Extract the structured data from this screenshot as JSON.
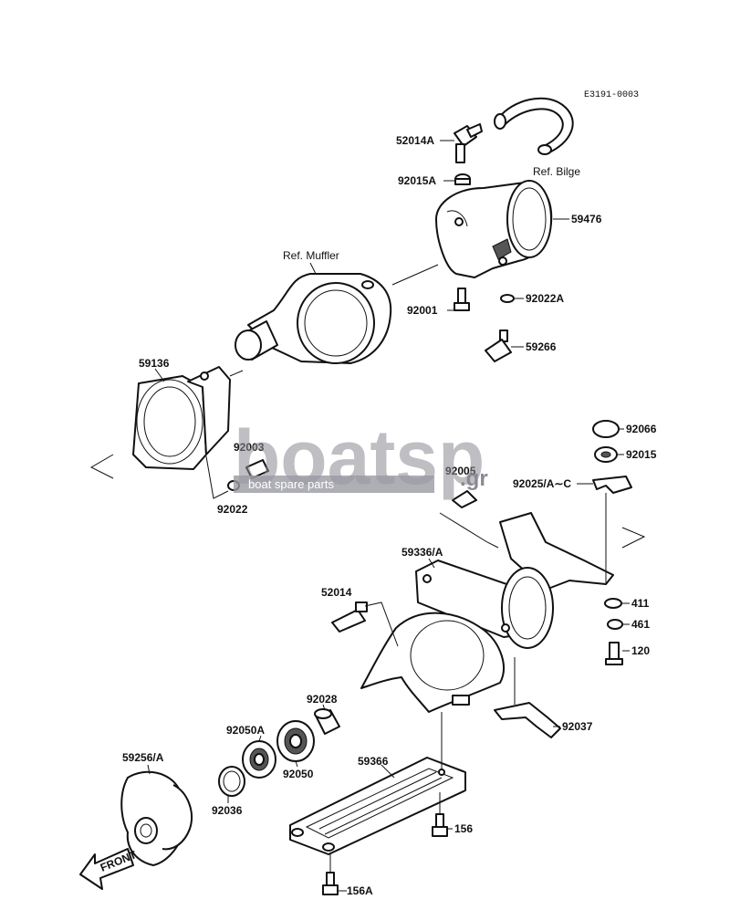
{
  "diagram": {
    "code": "E3191-0003",
    "references": {
      "bilge": "Ref. Bilge",
      "muffler": "Ref. Muffler"
    },
    "parts": {
      "p52014A": "52014A",
      "p92015A": "92015A",
      "p59476": "59476",
      "p92001": "92001",
      "p92022A": "92022A",
      "p59266": "59266",
      "p59136": "59136",
      "p92003": "92003",
      "p92022": "92022",
      "p92066": "92066",
      "p92015": "92015",
      "p92005": "92005",
      "p92025": "92025/A∼C",
      "p59336": "59336/A",
      "p52014": "52014",
      "p411": "411",
      "p461": "461",
      "p120": "120",
      "p92028": "92028",
      "p92050A": "92050A",
      "p92050": "92050",
      "p59256": "59256/A",
      "p92036": "92036",
      "p59366": "59366",
      "p92037": "92037",
      "p156": "156",
      "p156A": "156A"
    },
    "front_arrow": "FRONT"
  },
  "watermark": {
    "brand": "boatsp",
    "suffix": ".gr",
    "tagline": "boat spare parts"
  }
}
